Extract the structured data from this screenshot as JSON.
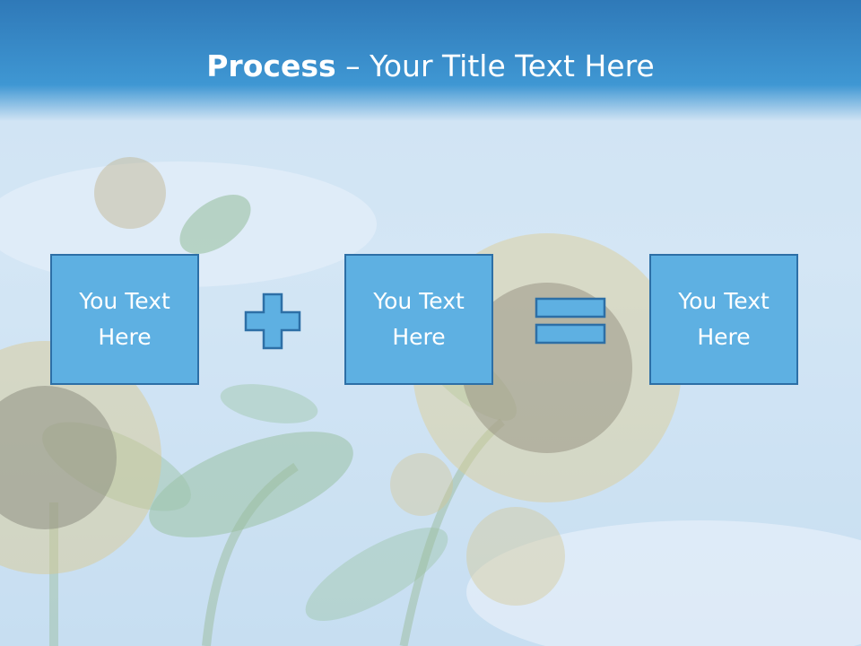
{
  "slide": {
    "title_bold": "Process",
    "title_rest": " – Your Title Text Here",
    "boxes": [
      {
        "text": "You Text\nHere"
      },
      {
        "text": "You Text\nHere"
      },
      {
        "text": "You Text\nHere"
      }
    ],
    "operators": [
      {
        "icon": "plus-icon"
      },
      {
        "icon": "equals-icon"
      }
    ],
    "colors": {
      "title_band": "#3f97d3",
      "box_fill": "#5eb0e2",
      "box_border": "#2d6fa6",
      "title_text": "#ffffff"
    }
  }
}
